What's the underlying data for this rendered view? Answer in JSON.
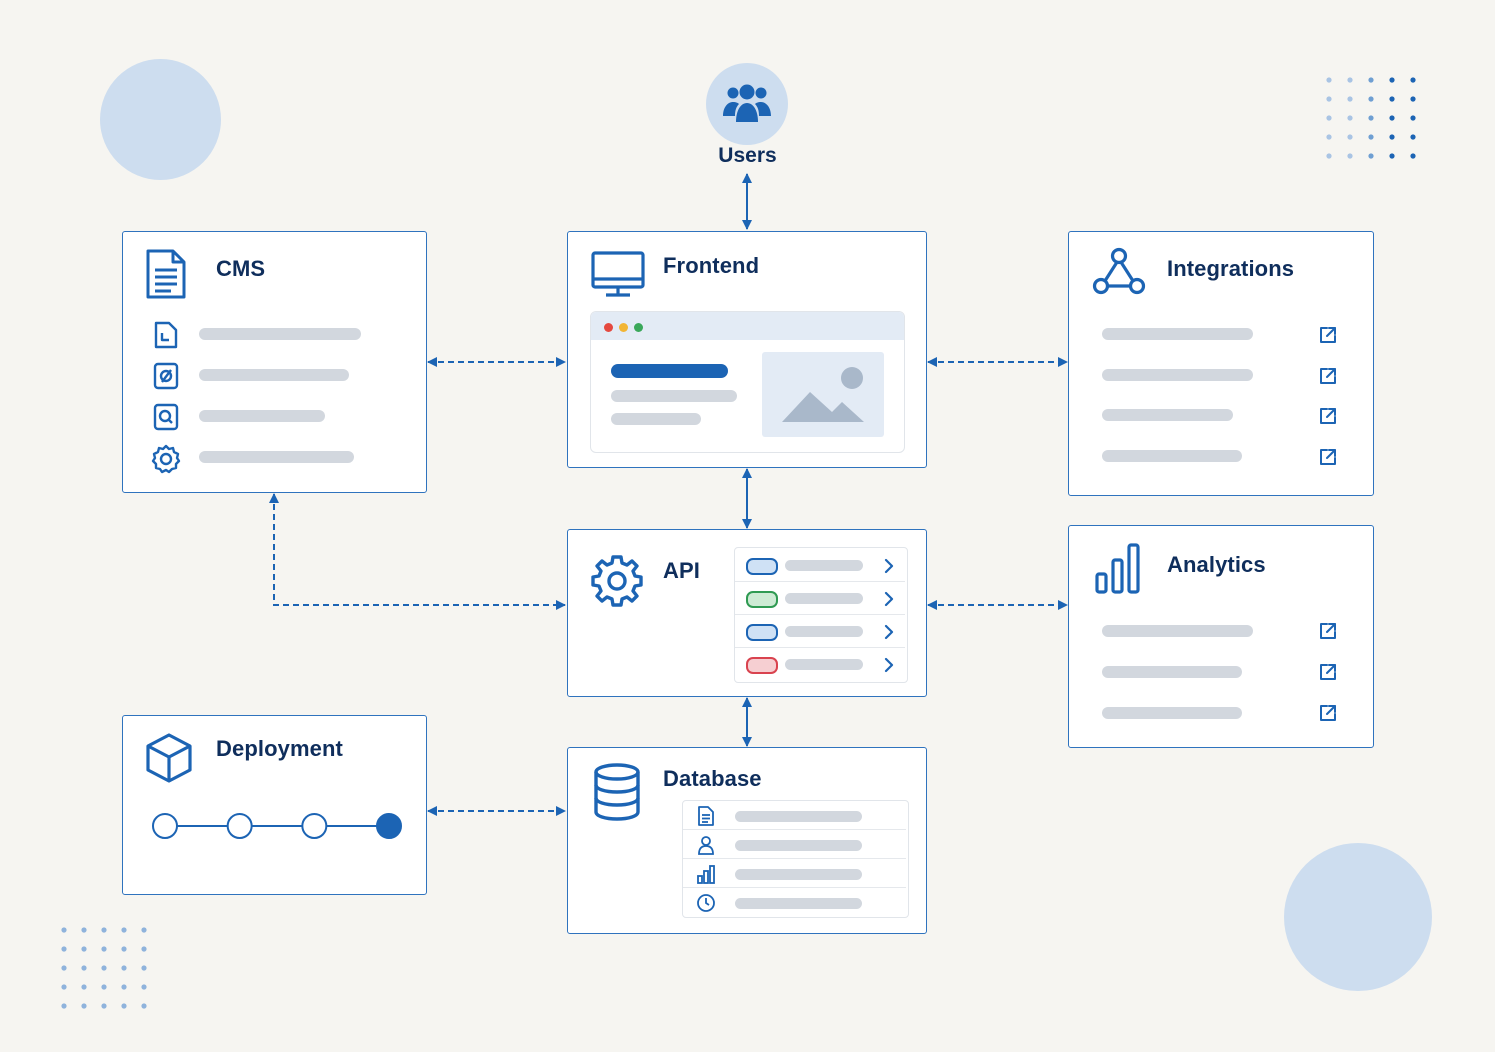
{
  "nodes": {
    "users": {
      "label": "Users"
    },
    "cms": {
      "title": "CMS"
    },
    "frontend": {
      "title": "Frontend"
    },
    "integrations": {
      "title": "Integrations"
    },
    "api": {
      "title": "API"
    },
    "analytics": {
      "title": "Analytics"
    },
    "deployment": {
      "title": "Deployment",
      "steps_total": 4,
      "steps_completed": 1
    },
    "database": {
      "title": "Database"
    }
  },
  "icons": {
    "users": "users-icon",
    "cms": "document-icon",
    "frontend": "monitor-icon",
    "integrations": "network-icon",
    "api": "gear-icon",
    "analytics": "bar-chart-icon",
    "deployment": "cube-icon",
    "database": "database-icon"
  },
  "colors": {
    "accent": "#1c64b4",
    "border": "#2f73be",
    "title": "#0f2e5c",
    "placeholder": "#d2d7de",
    "background": "#f6f5f1",
    "status_blue": "#cfe1f5",
    "status_green": "#cdebd4",
    "status_red": "#f6cfd2"
  },
  "connections": [
    {
      "from": "users",
      "to": "frontend",
      "style": "solid",
      "direction": "both"
    },
    {
      "from": "cms",
      "to": "frontend",
      "style": "dashed",
      "direction": "both"
    },
    {
      "from": "frontend",
      "to": "integrations",
      "style": "dashed",
      "direction": "both"
    },
    {
      "from": "frontend",
      "to": "api",
      "style": "solid",
      "direction": "both"
    },
    {
      "from": "cms",
      "to": "api",
      "style": "dashed",
      "direction": "both"
    },
    {
      "from": "api",
      "to": "analytics",
      "style": "dashed",
      "direction": "both"
    },
    {
      "from": "api",
      "to": "database",
      "style": "solid",
      "direction": "both"
    },
    {
      "from": "deployment",
      "to": "database",
      "style": "dashed",
      "direction": "both"
    }
  ]
}
